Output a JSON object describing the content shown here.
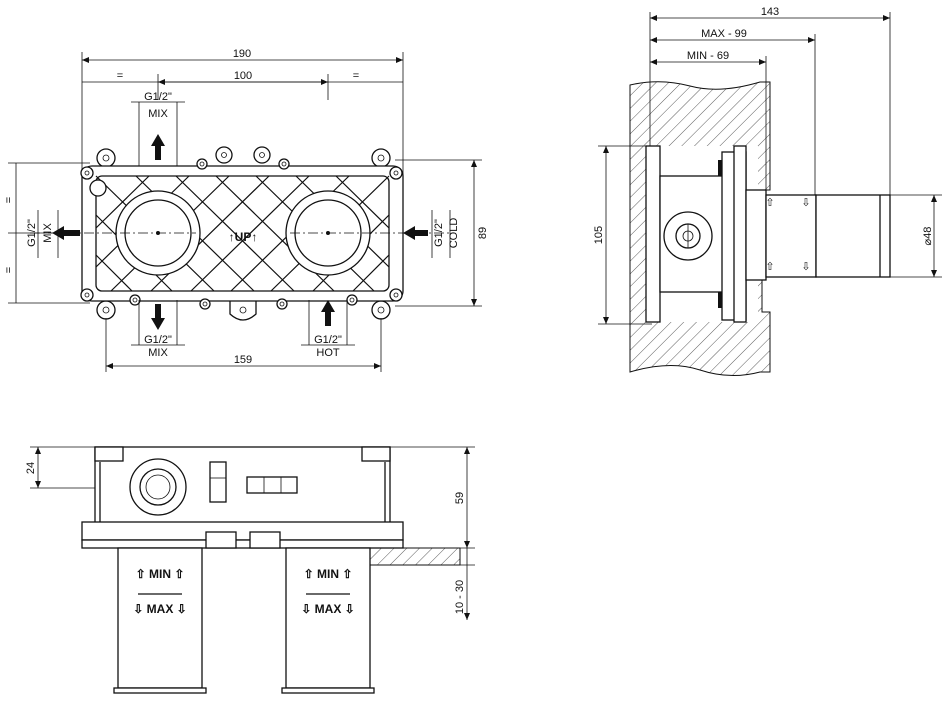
{
  "front_view": {
    "dim_total_width": "190",
    "dim_eq_left": "=",
    "dim_center_spacing": "100",
    "dim_eq_right": "=",
    "dim_bottom_width": "159",
    "dim_height": "89",
    "dim_eq_upper": "=",
    "dim_eq_lower": "=",
    "port_top_thread": "G1/2\"",
    "port_top_label": "MIX",
    "port_left_thread": "G1/2\"",
    "port_left_label": "MIX",
    "port_right_thread": "G1/2\"",
    "port_right_label": "COLD",
    "port_bottom_left_thread": "G1/2\"",
    "port_bottom_left_label": "MIX",
    "port_bottom_right_thread": "G1/2\"",
    "port_bottom_right_label": "HOT",
    "up_label": "↑UP↑"
  },
  "side_view": {
    "dim_total_depth": "143",
    "dim_max_depth": "MAX - 99",
    "dim_min_depth": "MIN - 69",
    "dim_height": "105",
    "dim_diameter": "⌀48"
  },
  "bottom_view": {
    "dim_offset": "24",
    "dim_height": "59",
    "dim_range": "10 - 30",
    "sleeve_min_label": "⇧ MIN ⇧",
    "sleeve_max_label": "⇩ MAX ⇩"
  }
}
